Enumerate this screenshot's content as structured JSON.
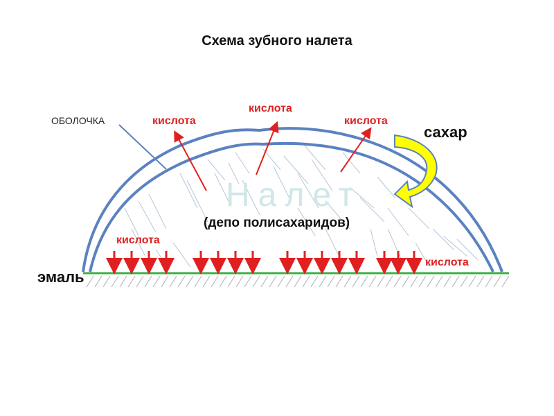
{
  "title": "Схема зубного налета",
  "labels": {
    "membrane": "ОБОЛОЧКА",
    "acid": "кислота",
    "sugar": "сахар",
    "plaque": "Налет",
    "depot": "(депо полисахаридов)",
    "enamel": "эмаль"
  },
  "colors": {
    "outline": "#5b82c0",
    "acid_arrow": "#e02020",
    "enamel_line": "#3cb043",
    "sugar_arrow_fill": "#ffff00",
    "sugar_arrow_stroke": "#5b82c0",
    "plaque_text": "#cfe7e9"
  }
}
